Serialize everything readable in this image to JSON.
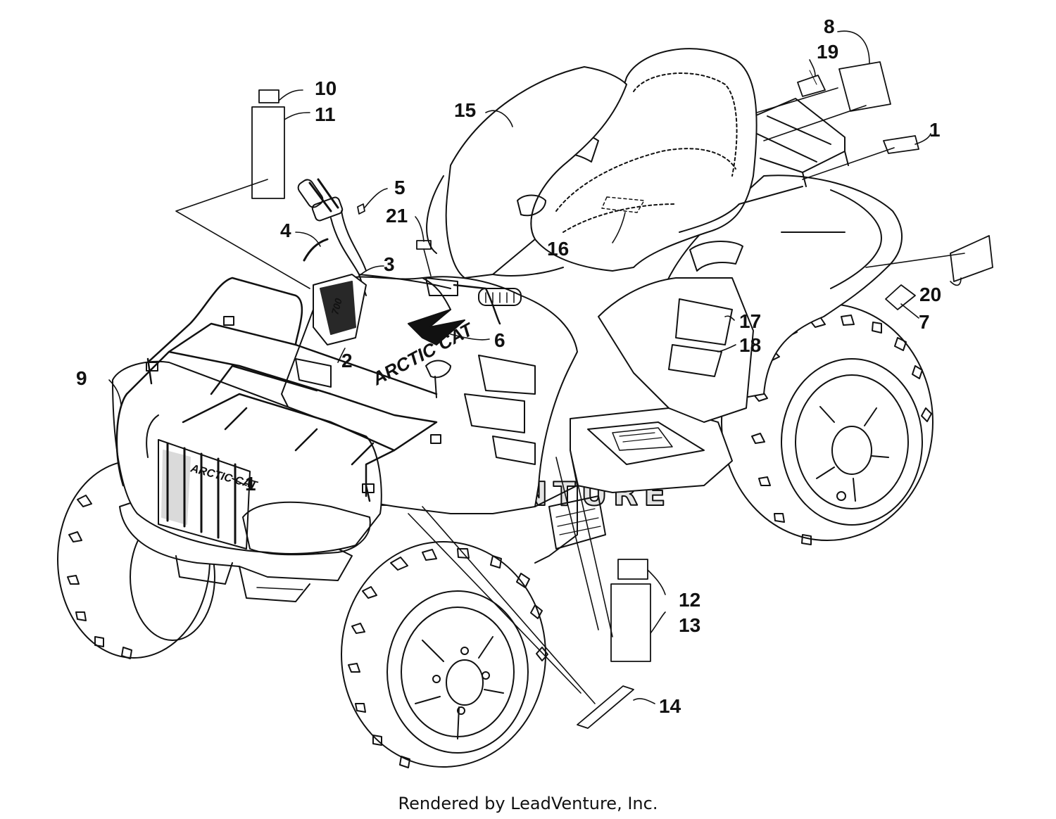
{
  "diagram": {
    "watermark": "LEADVENTURE",
    "brand_grille": "ARCTIC CAT",
    "brand_tank": "ARCTIC CAT",
    "badge_text": "700",
    "footer": "Rendered by LeadVenture, Inc.",
    "callouts": [
      "1",
      "1",
      "2",
      "3",
      "4",
      "5",
      "6",
      "7",
      "8",
      "9",
      "10",
      "11",
      "12",
      "13",
      "14",
      "15",
      "16",
      "17",
      "18",
      "19",
      "20",
      "21"
    ]
  }
}
